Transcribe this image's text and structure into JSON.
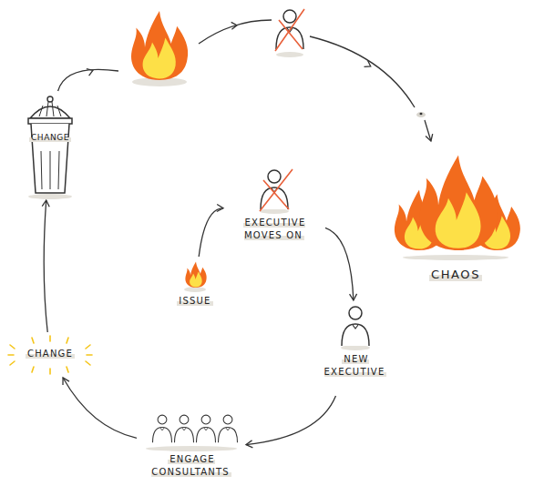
{
  "diagram": {
    "nodes": [
      {
        "text": [
          "ISSUE"
        ]
      },
      {
        "text": [
          "EXECUTIVE MOVES ON"
        ]
      },
      {
        "text": [
          "NEW EXECUTIVE"
        ]
      },
      {
        "text": [
          "ENGAGE CONSULTANTS"
        ]
      },
      {
        "text": [
          "CHANGE"
        ]
      },
      {
        "text": [
          "CHANGE"
        ]
      },
      {
        "text": [
          "CHAOS"
        ]
      }
    ],
    "edges": [
      {
        "from": 0,
        "to": 1,
        "arrow": "to"
      },
      {
        "from": 1,
        "to": 2,
        "arrow": "to"
      },
      {
        "from": 2,
        "to": 3,
        "arrow": "to"
      },
      {
        "from": 3,
        "to": 4,
        "arrow": "to"
      },
      {
        "from": 4,
        "to": 5,
        "arrow": "to"
      },
      {
        "from": 5,
        "to": 6,
        "arrow": "to"
      }
    ]
  }
}
